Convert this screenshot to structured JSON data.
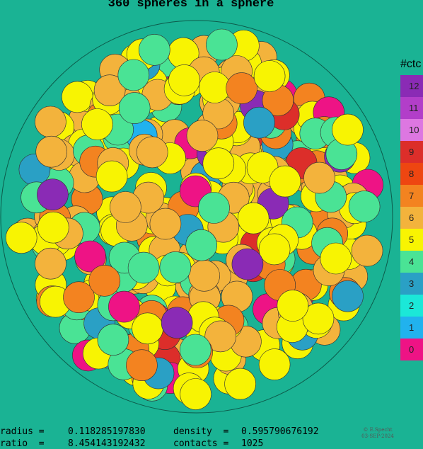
{
  "title": "360 spheres in a sphere",
  "legend": {
    "title": "#ctc",
    "items": [
      {
        "label": "12",
        "color": "#8a2bb5"
      },
      {
        "label": "11",
        "color": "#b23ec9"
      },
      {
        "label": "10",
        "color": "#dd77e1"
      },
      {
        "label": "9",
        "color": "#dc2e2a"
      },
      {
        "label": "8",
        "color": "#ee4611"
      },
      {
        "label": "7",
        "color": "#f38320"
      },
      {
        "label": "6",
        "color": "#f3b33c"
      },
      {
        "label": "5",
        "color": "#f8f402"
      },
      {
        "label": "4",
        "color": "#4ae395"
      },
      {
        "label": "3",
        "color": "#2aa0c5"
      },
      {
        "label": "2",
        "color": "#1be8d8"
      },
      {
        "label": "1",
        "color": "#21b2ee"
      },
      {
        "label": "0",
        "color": "#ee1385"
      }
    ]
  },
  "stats": {
    "radius_label": "radius =",
    "radius_value": "0.118285197830",
    "density_label": "density  =",
    "density_value": "0.595790676192",
    "ratio_label": "ratio  =",
    "ratio_value": "8.454143192432",
    "contacts_label": "contacts =",
    "contacts_value": "1025"
  },
  "copyright": {
    "author": "© E.Specht",
    "date": "03-SEP-2024"
  }
}
